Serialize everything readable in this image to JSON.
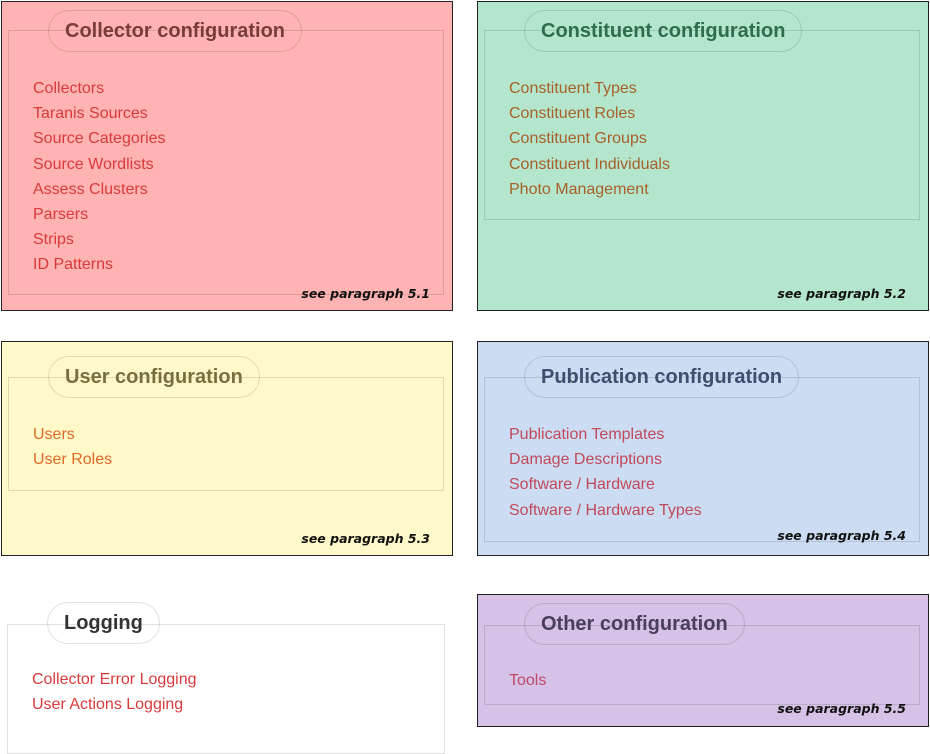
{
  "panels": [
    {
      "title": "Collector configuration",
      "links": [
        "Collectors",
        "Taranis Sources",
        "Source Categories",
        "Source Wordlists",
        "Assess Clusters",
        "Parsers",
        "Strips",
        "ID Patterns"
      ],
      "note": "see paragraph 5.1",
      "colors": {
        "background": "#ffb3b3",
        "title": "#7a3b3b",
        "link": "#d93a3a"
      }
    },
    {
      "title": "Constituent configuration",
      "links": [
        "Constituent Types",
        "Constituent Roles",
        "Constituent Groups",
        "Constituent Individuals",
        "Photo Management"
      ],
      "note": "see paragraph 5.2",
      "colors": {
        "background": "#b3e6cc",
        "title": "#2e6e4e",
        "link": "#a8602a"
      }
    },
    {
      "title": "User configuration",
      "links": [
        "Users",
        "User Roles"
      ],
      "note": "see paragraph 5.3",
      "colors": {
        "background": "#fff9c9",
        "title": "#7a6e3e",
        "link": "#e06a2a"
      }
    },
    {
      "title": "Publication configuration",
      "links": [
        "Publication Templates",
        "Damage Descriptions",
        "Software / Hardware",
        "Software / Hardware Types"
      ],
      "note": "see paragraph 5.4",
      "colors": {
        "background": "#ccdcf2",
        "title": "#3e4e6e",
        "link": "#c04a5a"
      }
    },
    {
      "title": "Logging",
      "links": [
        "Collector Error Logging",
        "User Actions Logging"
      ],
      "note": "",
      "colors": {
        "background": "#ffffff",
        "title": "#333333",
        "link": "#d93a3a"
      }
    },
    {
      "title": "Other configuration",
      "links": [
        "Tools"
      ],
      "note": "see paragraph 5.5",
      "colors": {
        "background": "#d5c2e6",
        "title": "#4a3e5e",
        "link": "#c04a6a"
      }
    }
  ]
}
